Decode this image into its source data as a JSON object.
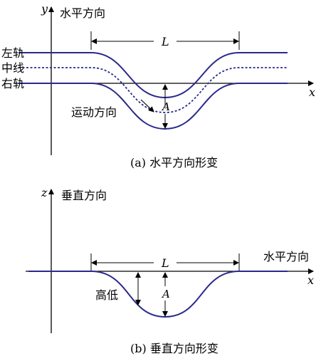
{
  "panel_a": {
    "y_axis_label": "y",
    "x_axis_label": "x",
    "direction_label": "水平方向",
    "left_rail": "左轨",
    "center_line": "中线",
    "right_rail": "右轨",
    "length_label": "L",
    "amplitude_label": "A",
    "motion_label": "运动方向",
    "caption": "(a) 水平方向形变"
  },
  "panel_b": {
    "z_axis_label": "z",
    "x_axis_label": "x",
    "direction_label": "垂直方向",
    "horizontal_label": "水平方向",
    "length_label": "L",
    "amplitude_label": "A",
    "height_label": "高低",
    "caption": "(b) 垂直方向形变"
  },
  "colors": {
    "rail": "#2a2a8c",
    "axis": "#000000"
  }
}
